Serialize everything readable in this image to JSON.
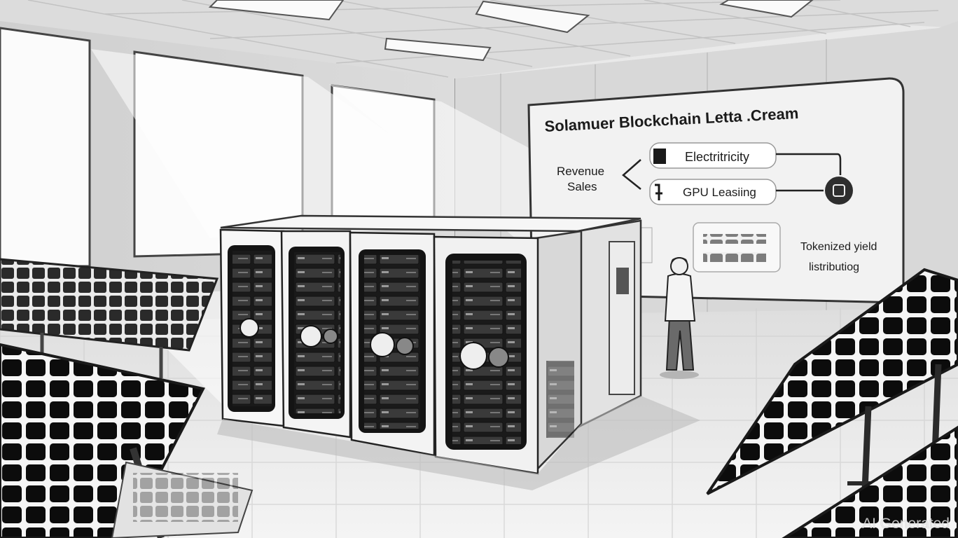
{
  "board": {
    "title": "Solamuer Blockchain Letta .Cream",
    "revenue_label": "Revenue",
    "sales_label": "Sales",
    "electricity_label": "Electritricity",
    "gpu_label": "GPU Leasiing",
    "tokenized_line1": "Tokenized yield",
    "tokenized_line2": "listributiog"
  },
  "watermark": "AI Generated",
  "colors": {
    "ink": "#1b1b1b",
    "wall": "#d6d6d6",
    "floor": "#eeeeee",
    "panel": "#111111"
  }
}
